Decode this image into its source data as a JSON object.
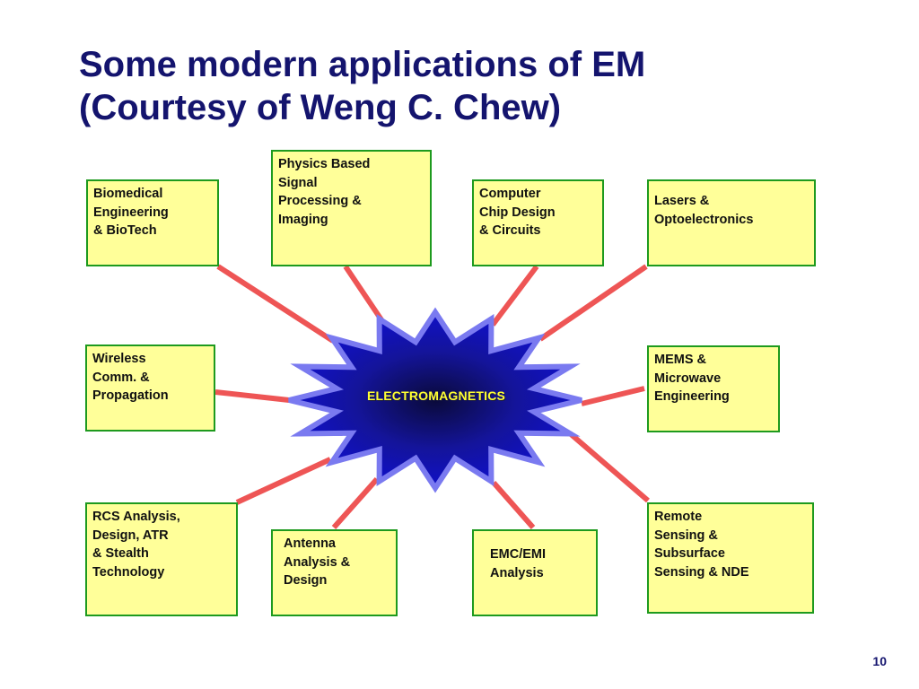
{
  "slide": {
    "title_lines": [
      "Some modern applications of EM",
      "(Courtesy of Weng C. Chew)"
    ],
    "page_number": "10"
  },
  "center": {
    "label": "ELECTROMAGNETICS",
    "shape": "starburst",
    "fill_color": "#1010c8",
    "glow_color": "#0a0a3a",
    "outline_color": "#7a7af0",
    "label_color": "#ffff33"
  },
  "applications": [
    {
      "id": "biomedical",
      "lines": [
        "Biomedical",
        "Engineering",
        "& BioTech"
      ]
    },
    {
      "id": "physics-signal",
      "lines": [
        "Physics Based",
        "Signal",
        "Processing &",
        "Imaging"
      ]
    },
    {
      "id": "computer-chip",
      "lines": [
        "Computer",
        "Chip Design",
        "& Circuits"
      ]
    },
    {
      "id": "lasers",
      "lines": [
        "Lasers &",
        "Optoelectronics"
      ]
    },
    {
      "id": "wireless",
      "lines": [
        "Wireless",
        "Comm. &",
        "Propagation"
      ]
    },
    {
      "id": "mems",
      "lines": [
        "MEMS &",
        "Microwave",
        "Engineering"
      ]
    },
    {
      "id": "rcs",
      "lines": [
        "RCS Analysis,",
        "Design, ATR",
        "& Stealth",
        "Technology"
      ]
    },
    {
      "id": "antenna",
      "lines": [
        "Antenna",
        "Analysis &",
        "Design"
      ]
    },
    {
      "id": "emc-emi",
      "lines": [
        "EMC/EMI",
        "Analysis"
      ]
    },
    {
      "id": "remote-sensing",
      "lines": [
        "Remote",
        "Sensing &",
        "Subsurface",
        "Sensing & NDE"
      ]
    }
  ],
  "colors": {
    "title": "#14146e",
    "box_fill": "#ffff99",
    "box_border": "#1e9a1e",
    "connector": "#ee5555"
  }
}
